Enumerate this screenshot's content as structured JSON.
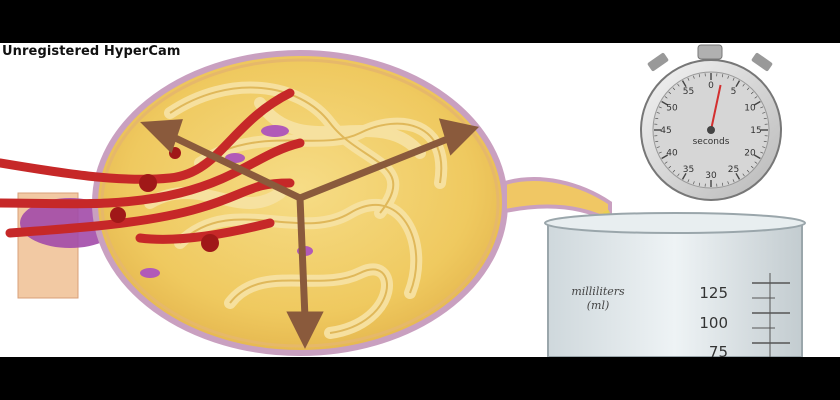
{
  "watermark": "Unregistered HyperCam",
  "stopwatch": {
    "unit_label": "seconds",
    "marks": [
      "0",
      "5",
      "10",
      "15",
      "20",
      "25",
      "30",
      "35",
      "40",
      "45",
      "50",
      "55"
    ],
    "hand_seconds": 2
  },
  "beaker": {
    "unit_label_line1": "milliliters",
    "unit_label_line2": "(ml)",
    "graduations": [
      "125",
      "100",
      "75"
    ]
  },
  "colors": {
    "glomerulus_fill": "#f0cf6a",
    "capsule_edge": "#c9a0c0",
    "blood_vessel": "#c62828",
    "arrow": "#8a5a3c",
    "filtrate": "#e9d24a"
  }
}
